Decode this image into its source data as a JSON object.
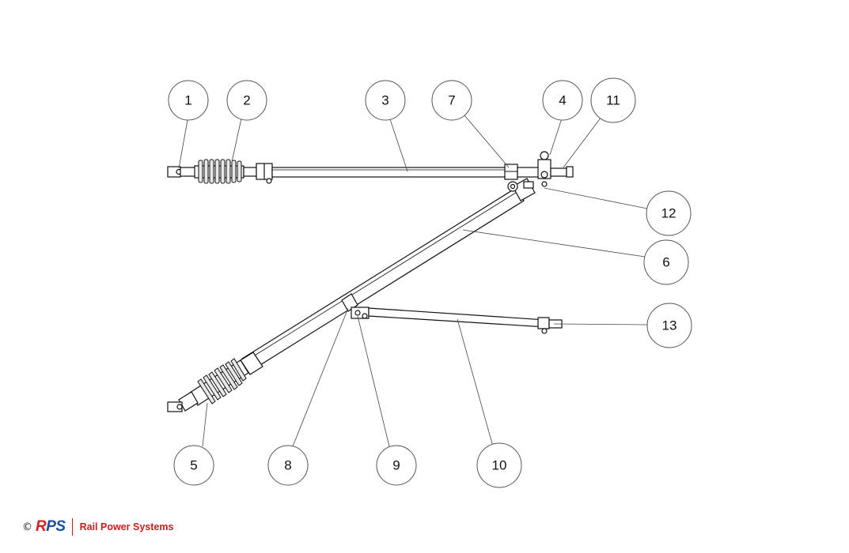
{
  "callouts": [
    {
      "id": "c1",
      "label": "1"
    },
    {
      "id": "c2",
      "label": "2"
    },
    {
      "id": "c3",
      "label": "3"
    },
    {
      "id": "c7",
      "label": "7"
    },
    {
      "id": "c4",
      "label": "4"
    },
    {
      "id": "c11",
      "label": "11"
    },
    {
      "id": "c12",
      "label": "12"
    },
    {
      "id": "c6",
      "label": "6"
    },
    {
      "id": "c13",
      "label": "13"
    },
    {
      "id": "c5",
      "label": "5"
    },
    {
      "id": "c8",
      "label": "8"
    },
    {
      "id": "c9",
      "label": "9"
    },
    {
      "id": "c10",
      "label": "10"
    }
  ],
  "footer": {
    "copyright": "©",
    "logo_text_r": "R",
    "logo_text_rest": "PS",
    "brand": "Rail Power Systems"
  },
  "colors": {
    "logo_blue": "#1c4fa0",
    "logo_red": "#d42020",
    "line": "#111111"
  }
}
